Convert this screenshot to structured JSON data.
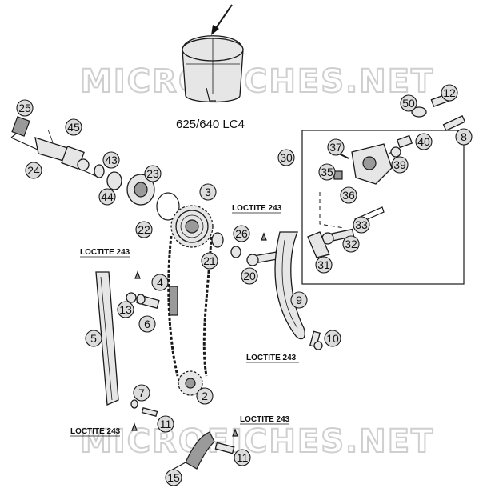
{
  "caption": "625/640 LC4",
  "watermark": "MICROFICHES.NET",
  "loctite_label": "LOCTITE 243",
  "callouts": [
    "25",
    "45",
    "24",
    "43",
    "44",
    "23",
    "22",
    "3",
    "21",
    "26",
    "20",
    "9",
    "10",
    "4",
    "13",
    "6",
    "5",
    "7",
    "2",
    "11",
    "11",
    "15",
    "12",
    "50",
    "8",
    "40",
    "39",
    "37",
    "35",
    "36",
    "30",
    "33",
    "32",
    "31"
  ]
}
